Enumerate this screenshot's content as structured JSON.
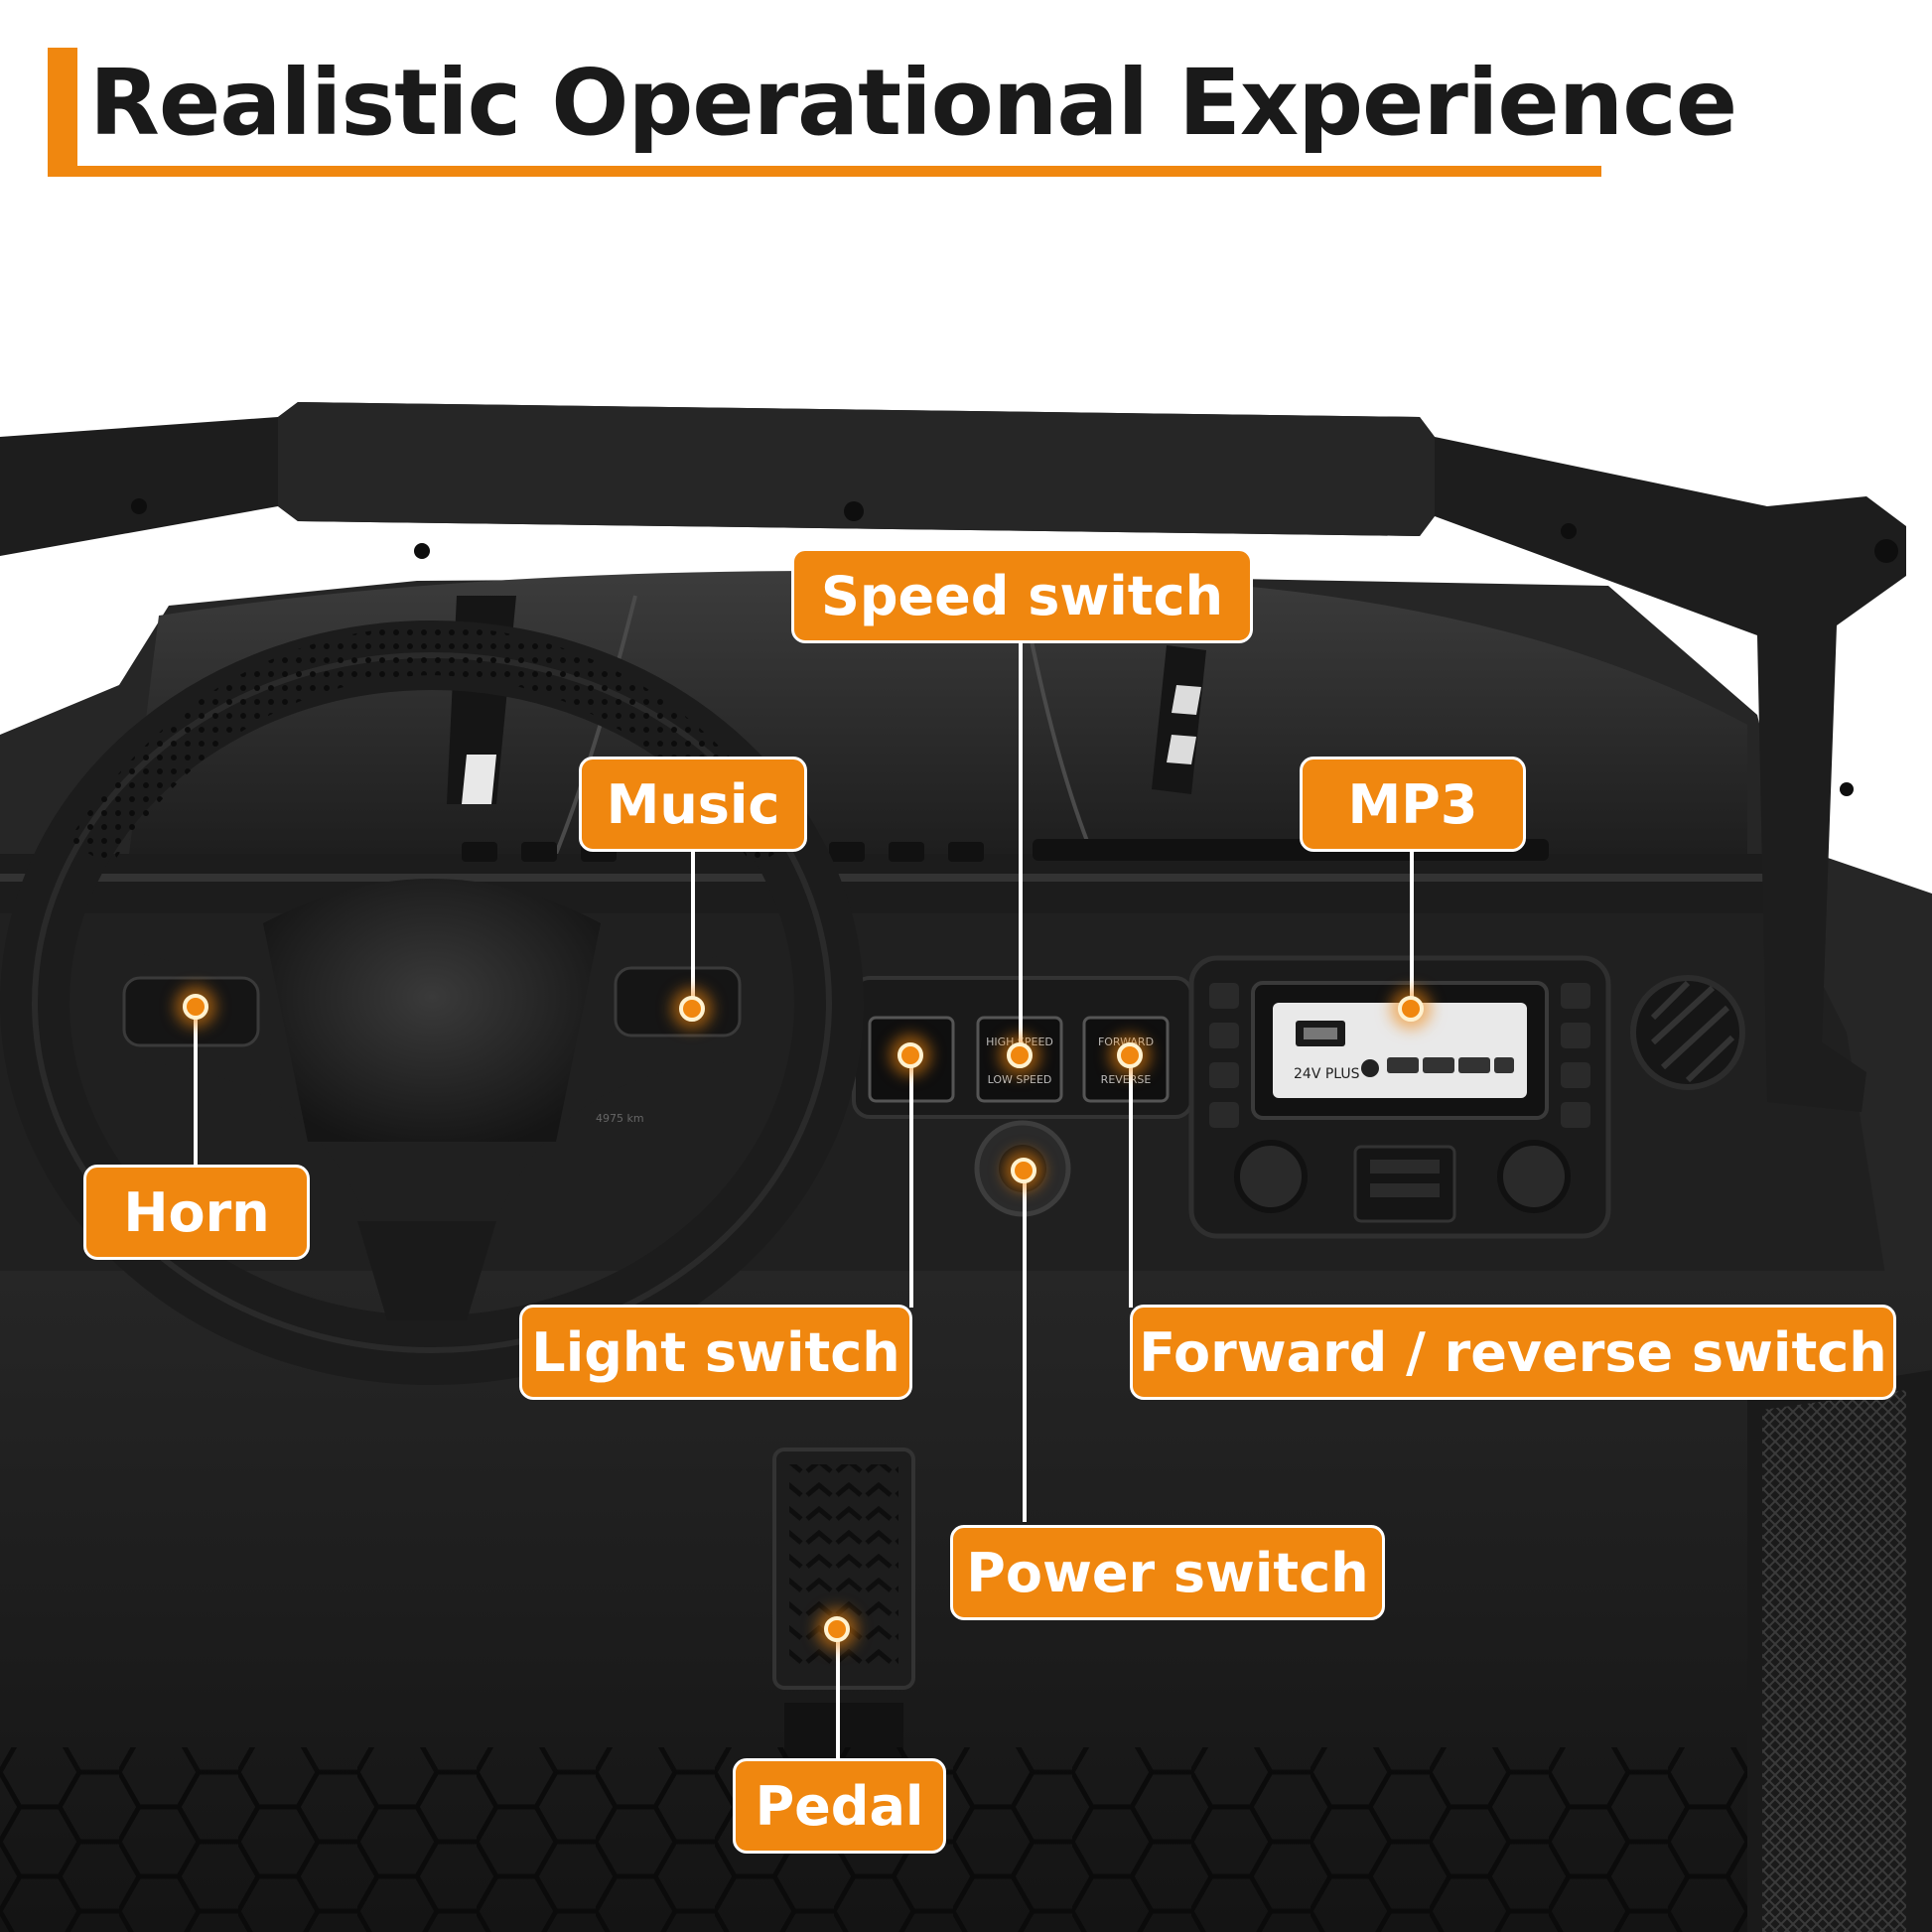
{
  "title": "Realistic Operational Experience",
  "accent_color": "#f0870f",
  "scene": {
    "description_icon": "ride-on-utv-dashboard",
    "mp3_panel": {
      "usb_label": "24V PLUS"
    },
    "speed_panel": {
      "top": "HIGH SPEED",
      "bottom": "LOW SPEED"
    },
    "direction_panel": {
      "top": "FORWARD",
      "bottom": "REVERSE"
    },
    "odometer": "4975 km"
  },
  "callouts": {
    "speed_switch": "Speed switch",
    "music": "Music",
    "mp3": "MP3",
    "horn": "Horn",
    "light_switch": "Light switch",
    "forward_reverse_switch": "Forward / reverse switch",
    "power_switch": "Power switch",
    "pedal": "Pedal"
  }
}
